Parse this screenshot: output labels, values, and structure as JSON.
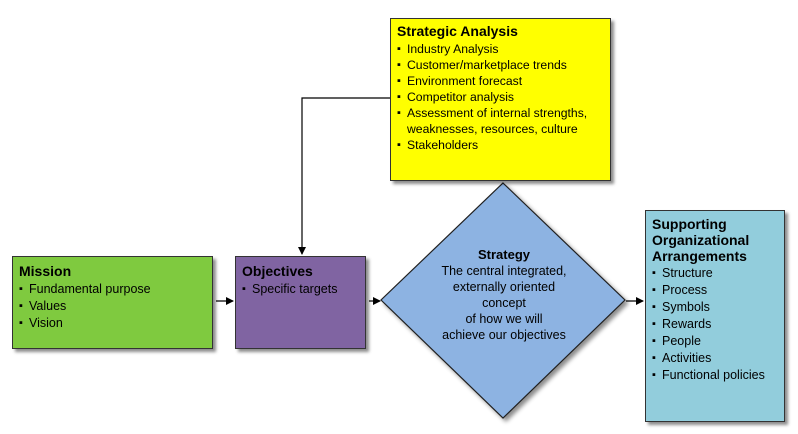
{
  "colors": {
    "analysis": "#ffff00",
    "mission": "#7fca3f",
    "objectives": "#8064a2",
    "strategy": "#8db3e2",
    "supporting": "#92cddc"
  },
  "strategic_analysis": {
    "title": "Strategic Analysis",
    "items": [
      "Industry Analysis",
      "Customer/marketplace trends",
      "Environment forecast",
      "Competitor analysis",
      "Assessment of internal strengths,",
      "weaknesses, resources, culture",
      "Stakeholders"
    ]
  },
  "mission": {
    "title": "Mission",
    "items": [
      "Fundamental purpose",
      "Values",
      "Vision"
    ]
  },
  "objectives": {
    "title": "Objectives",
    "items": [
      "Specific targets"
    ]
  },
  "strategy": {
    "title": "Strategy",
    "lines": [
      "The central integrated,",
      "externally oriented",
      "concept",
      "of how we will",
      "achieve our objectives"
    ]
  },
  "supporting": {
    "title_lines": [
      "Supporting",
      "Organizational",
      "Arrangements"
    ],
    "items": [
      "Structure",
      "Process",
      "Symbols",
      "Rewards",
      "People",
      "Activities",
      "Functional policies"
    ]
  }
}
